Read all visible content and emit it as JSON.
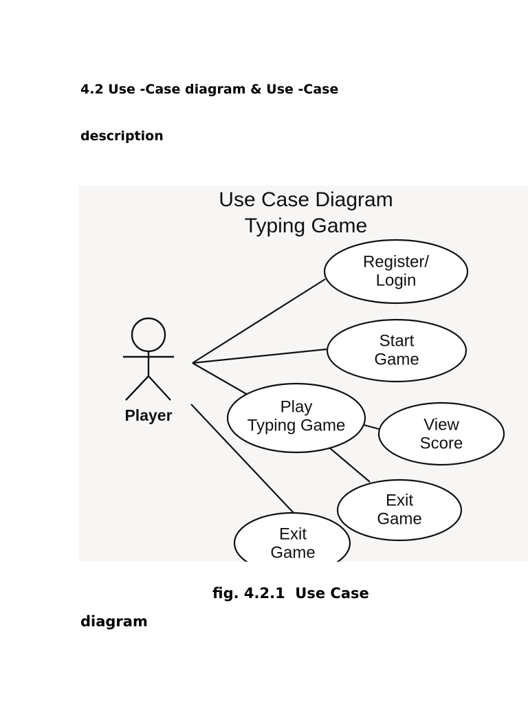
{
  "document": {
    "heading_line1": "4.2 Use -Case diagram & Use -Case",
    "heading_line2": "description",
    "caption_line1": "fig. 4.2.1  Use Case",
    "caption_line2": "diagram"
  },
  "diagram": {
    "title_line1": "Use Case Diagram",
    "title_line2": "Typing Game",
    "actor": {
      "label": "Player",
      "icon": "stick-figure-icon"
    },
    "use_cases": {
      "register_login": {
        "line1": "Register/",
        "line2": "Login"
      },
      "start_game": {
        "line1": "Start",
        "line2": "Game"
      },
      "play_typing_game": {
        "line1": "Play",
        "line2": "Typing Game"
      },
      "view_score": {
        "line1": "View",
        "line2": "Score"
      },
      "exit_game_right": {
        "line1": "Exit",
        "line2": "Game"
      },
      "exit_game_bottom": {
        "line1": "Exit",
        "line2": "Game"
      }
    }
  }
}
